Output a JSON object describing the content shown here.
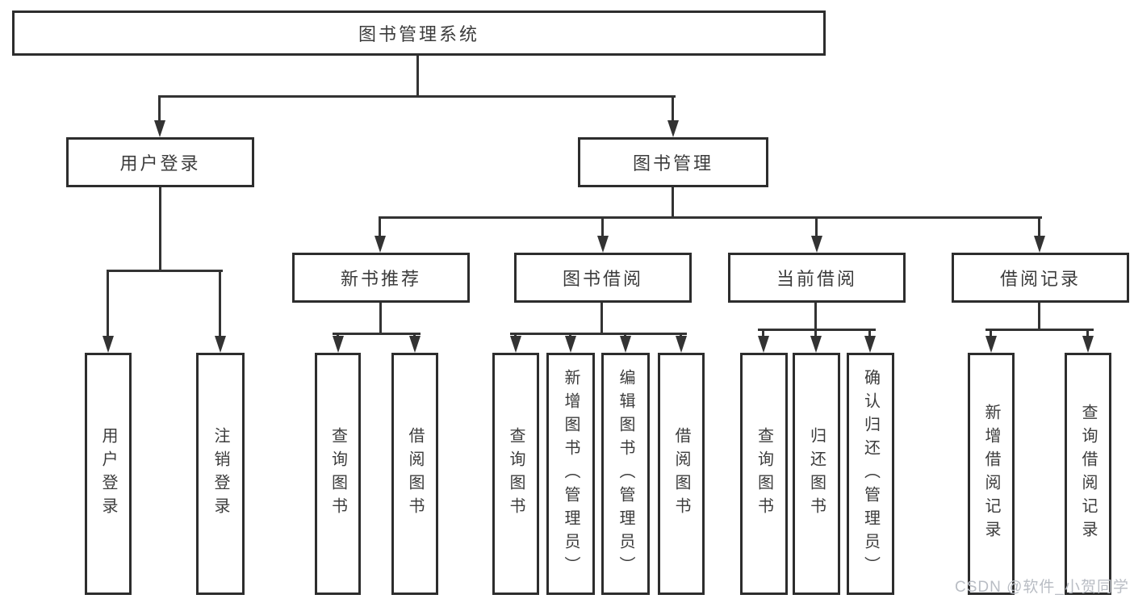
{
  "tree": {
    "label": "图书管理系统",
    "children": [
      {
        "label": "用户登录",
        "children": [
          {
            "label": "用户登录"
          },
          {
            "label": "注销登录"
          }
        ]
      },
      {
        "label": "图书管理",
        "children": [
          {
            "label": "新书推荐",
            "children": [
              {
                "label": "查询图书"
              },
              {
                "label": "借阅图书"
              }
            ]
          },
          {
            "label": "图书借阅",
            "children": [
              {
                "label": "查询图书"
              },
              {
                "label": "新增图书（管理员）"
              },
              {
                "label": "编辑图书（管理员）"
              },
              {
                "label": "借阅图书"
              }
            ]
          },
          {
            "label": "当前借阅",
            "children": [
              {
                "label": "查询图书"
              },
              {
                "label": "归还图书"
              },
              {
                "label": "确认归还（管理员）"
              }
            ]
          },
          {
            "label": "借阅记录",
            "children": [
              {
                "label": "新增借阅记录"
              },
              {
                "label": "查询借阅记录"
              }
            ]
          }
        ]
      }
    ]
  },
  "watermark": {
    "text": "CSDN @软件_小贺同学",
    "color": "#b9bdc4"
  },
  "colors": {
    "line": "#333333",
    "box_border": "#2d2d2d",
    "text": "#3c3c3c",
    "background": "#ffffff"
  }
}
